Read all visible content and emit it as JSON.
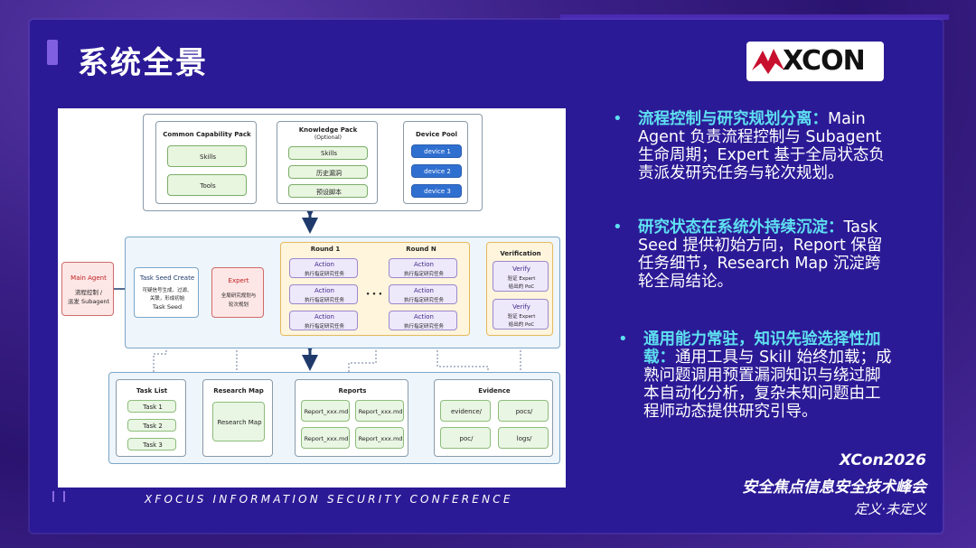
{
  "slide": {
    "title": "系统全景",
    "footer": "XFOCUS INFORMATION SECURITY CONFERENCE",
    "logo_text": "XCON",
    "conference_year": "XCon2026",
    "conference_name": "安全焦点信息安全技术峰会",
    "slogan": "定义·未定义"
  },
  "diagram": {
    "common_pack": {
      "title": "Common Capability Pack",
      "items": [
        "Skills",
        "Tools"
      ]
    },
    "knowledge_pack": {
      "title": "Knowledge Pack",
      "subtitle": "(Optional)",
      "items": [
        "Skills",
        "历史漏洞",
        "预设脚本"
      ]
    },
    "device_pool": {
      "title": "Device Pool",
      "items": [
        "device 1",
        "device 2",
        "device 3"
      ]
    },
    "main_agent": {
      "title": "Main Agent",
      "desc1": "流程控制 /",
      "desc2": "派发 Subagent"
    },
    "task_seed": {
      "title": "Task Seed Create",
      "desc1": "可疑信号生成、过滤、",
      "desc2": "关联，形成初始",
      "desc3": "Task Seed"
    },
    "expert": {
      "title": "Expert",
      "desc1": "全局研究规划与",
      "desc2": "轮次规划"
    },
    "round1": {
      "title": "Round 1"
    },
    "roundn": {
      "title": "Round N"
    },
    "action": {
      "title": "Action",
      "desc": "执行指定研究任务"
    },
    "ellipsis": "• • •",
    "verification": {
      "title": "Verification",
      "item_title": "Verify",
      "desc1": "验证 Expert",
      "desc2": "给出的 PoC"
    },
    "task_list": {
      "title": "Task List",
      "items": [
        "Task 1",
        "Task 2",
        "Task 3"
      ]
    },
    "research_map": {
      "title": "Research Map",
      "item": "Research Map"
    },
    "reports": {
      "title": "Reports",
      "items": [
        "Report_xxx.md",
        "Report_xxx.md",
        "Report_xxx.md",
        "Report_xxx.md"
      ]
    },
    "evidence": {
      "title": "Evidence",
      "items": [
        "evidence/",
        "pocs/",
        "poc/",
        "logs/"
      ]
    }
  },
  "bullets": [
    {
      "highlight": "流程控制与研究规划分离：",
      "lines": [
        "Main",
        "Agent 负责流程控制与 Subagent",
        "生命周期；Expert 基于全局状态负",
        "责派发研究任务与轮次规划。"
      ]
    },
    {
      "highlight": "研究状态在系统外持续沉淀：",
      "lines": [
        "Task",
        "Seed 提供初始方向，Report 保留",
        "任务细节，Research Map 沉淀跨",
        "轮全局结论。"
      ]
    },
    {
      "highlight_line1": "通用能力常驻，知识先验选择性加",
      "highlight_line2": "载：",
      "lines": [
        "通用工具与 Skill 始终加载；成",
        "熟问题调用预置漏洞知识与绕过脚",
        "本自动化分析，复杂未知问题由工",
        "程师动态提供研究引导。"
      ]
    }
  ],
  "colors": {
    "accent": "#5ee0f0",
    "panel": "#2b1a96",
    "device": "#2f6fd0"
  }
}
